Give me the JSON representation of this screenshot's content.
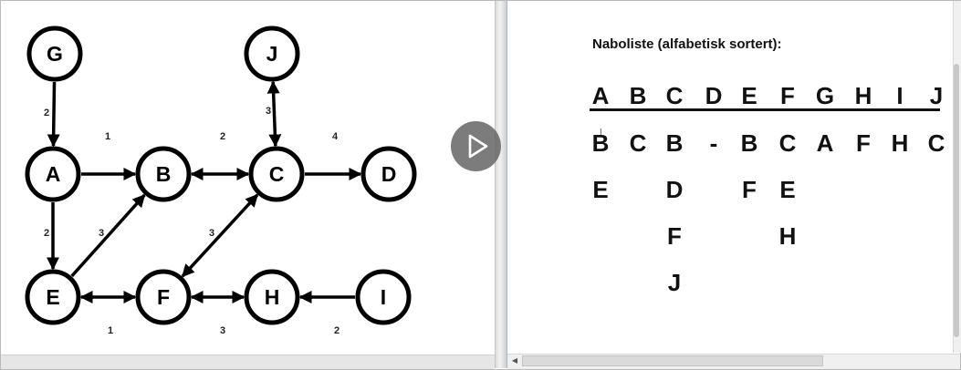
{
  "graph": {
    "nodes": [
      "G",
      "J",
      "A",
      "B",
      "C",
      "D",
      "E",
      "F",
      "H",
      "I"
    ],
    "edges": [
      {
        "from": "G",
        "to": "A",
        "weight": "2",
        "direction": "one-way"
      },
      {
        "from": "A",
        "to": "B",
        "weight": "1",
        "direction": "one-way"
      },
      {
        "from": "B",
        "to": "C",
        "weight": "2",
        "direction": "two-way"
      },
      {
        "from": "C",
        "to": "D",
        "weight": "4",
        "direction": "one-way"
      },
      {
        "from": "C",
        "to": "J",
        "weight": "3",
        "direction": "two-way"
      },
      {
        "from": "A",
        "to": "E",
        "weight": "2",
        "direction": "one-way"
      },
      {
        "from": "E",
        "to": "B",
        "weight": "3",
        "direction": "one-way"
      },
      {
        "from": "C",
        "to": "F",
        "weight": "3",
        "direction": "two-way"
      },
      {
        "from": "E",
        "to": "F",
        "weight": "1",
        "direction": "two-way"
      },
      {
        "from": "F",
        "to": "H",
        "weight": "3",
        "direction": "two-way"
      },
      {
        "from": "I",
        "to": "H",
        "weight": "2",
        "direction": "one-way"
      }
    ]
  },
  "adjacency": {
    "title": "Naboliste (alfabetisk sortert):",
    "headers": [
      "A",
      "B",
      "C",
      "D",
      "E",
      "F",
      "G",
      "H",
      "I",
      "J"
    ],
    "columns": [
      [
        "B",
        "E"
      ],
      [
        "C"
      ],
      [
        "B",
        "D",
        "F",
        "J"
      ],
      [
        "-"
      ],
      [
        "B",
        "F"
      ],
      [
        "C",
        "E",
        "H"
      ],
      [
        "A"
      ],
      [
        "F"
      ],
      [
        "H"
      ],
      [
        "C"
      ]
    ]
  },
  "player": {
    "play_icon": "play-icon"
  },
  "colors": {
    "ink": "#000000",
    "play_bg": "#5f5f5f",
    "divider_accent": "#9fb7cf"
  }
}
